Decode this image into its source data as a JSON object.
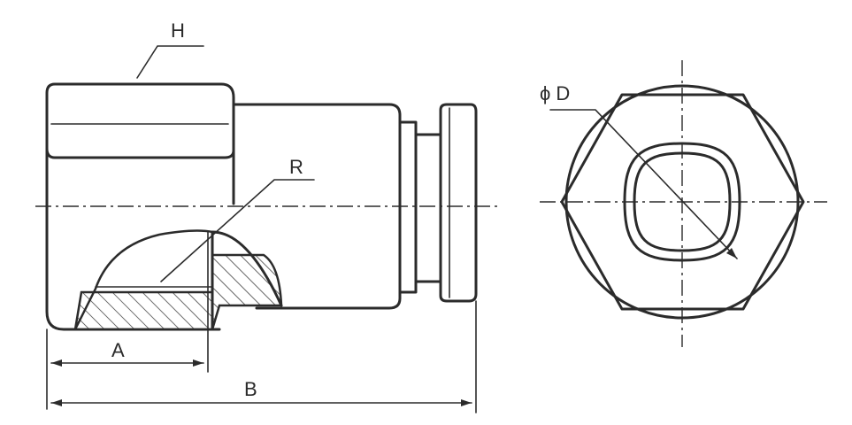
{
  "labels": {
    "h": "H",
    "r": "R",
    "a": "A",
    "b": "B",
    "d": "ϕ D"
  }
}
